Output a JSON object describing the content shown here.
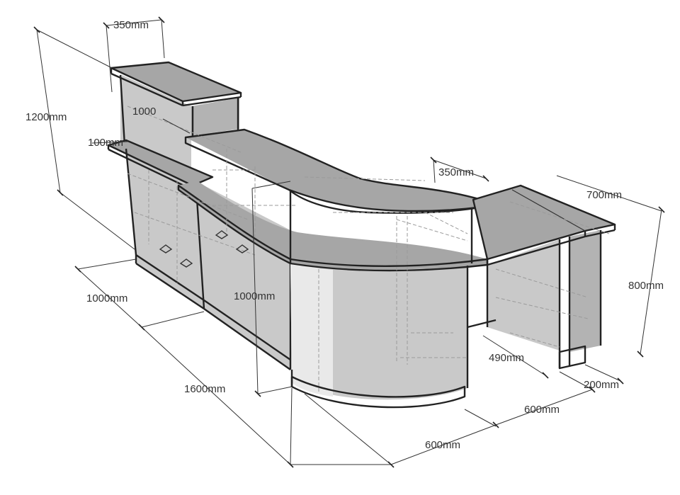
{
  "dimensions": {
    "upper_shelf_depth": "350mm",
    "overall_height": "1200mm",
    "upper_shelf_width": "1000",
    "shelf_offset": "100mm",
    "front_return_depth": "350mm",
    "wing_length": "700mm",
    "wing_height": "800mm",
    "side_depth": "1000mm",
    "counter_height": "1000mm",
    "front_length": "1600mm",
    "wing_inner_depth": "490mm",
    "wing_plinth": "200mm",
    "wing_depth": "600mm",
    "curve_depth": "600mm"
  },
  "colors": {
    "line": "#222222",
    "top_surface": "#a6a6a6",
    "side_surface": "#c9c9c9",
    "hidden_line": "#9a9a9a"
  }
}
